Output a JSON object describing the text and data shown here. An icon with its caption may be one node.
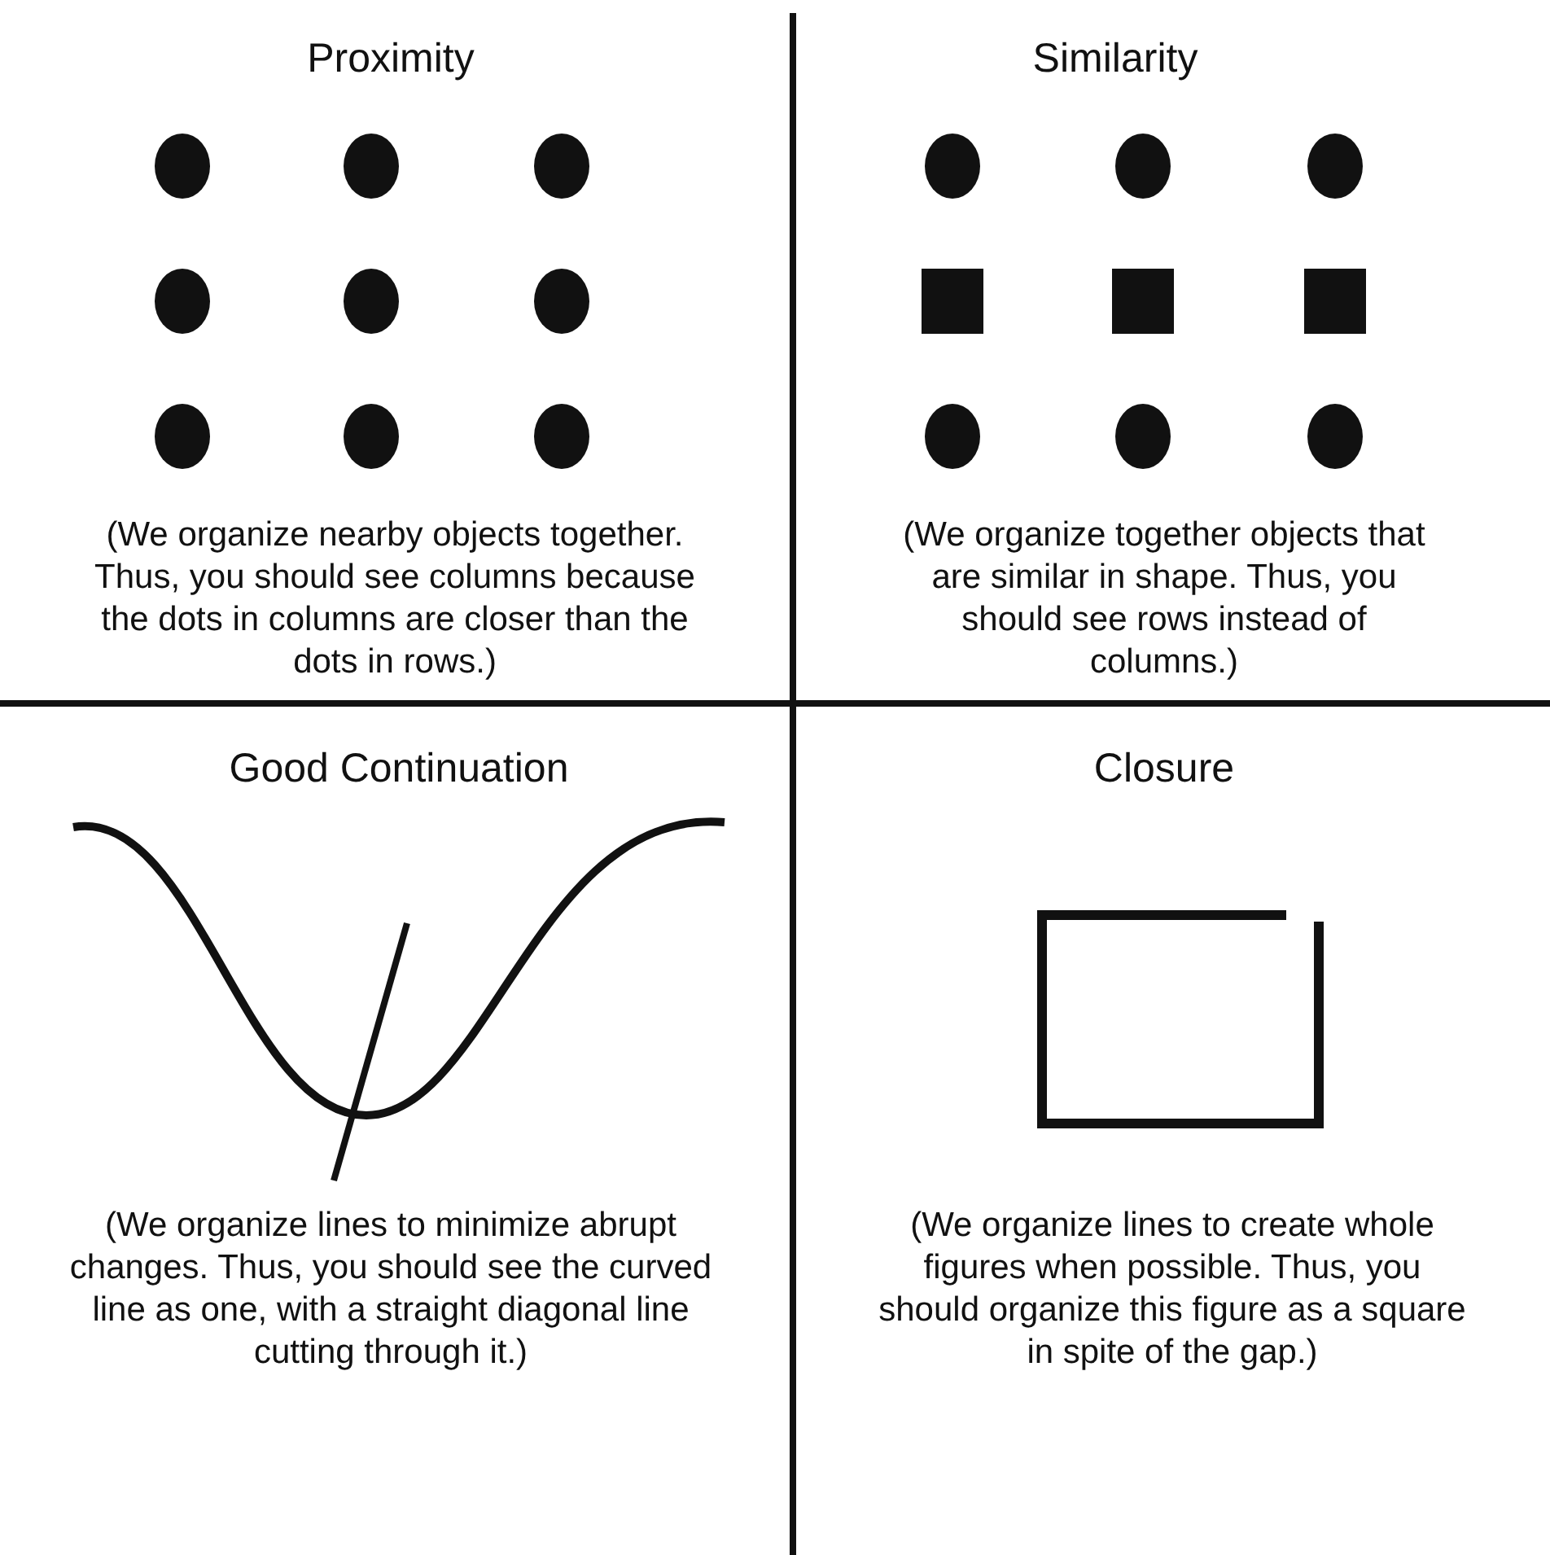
{
  "diagram": {
    "labels": [
      "Proximity",
      "Similarity",
      "(We organize nearby objects together. Thus, you should see columns because the dots in columns are closer than the dots in rows.)",
      "(We organize together objects that are similar in shape. Thus, you should see rows instead of columns.)",
      "Good Continuation",
      "Closure",
      "(We organize lines to minimize abrupt changes. Thus, you should see the curved line as one, with a straight diagonal line cutting through it.)",
      "(We organize lines to create whole figures when possible. Thus, you should organize this figure as a square in spite of the gap.)"
    ]
  }
}
